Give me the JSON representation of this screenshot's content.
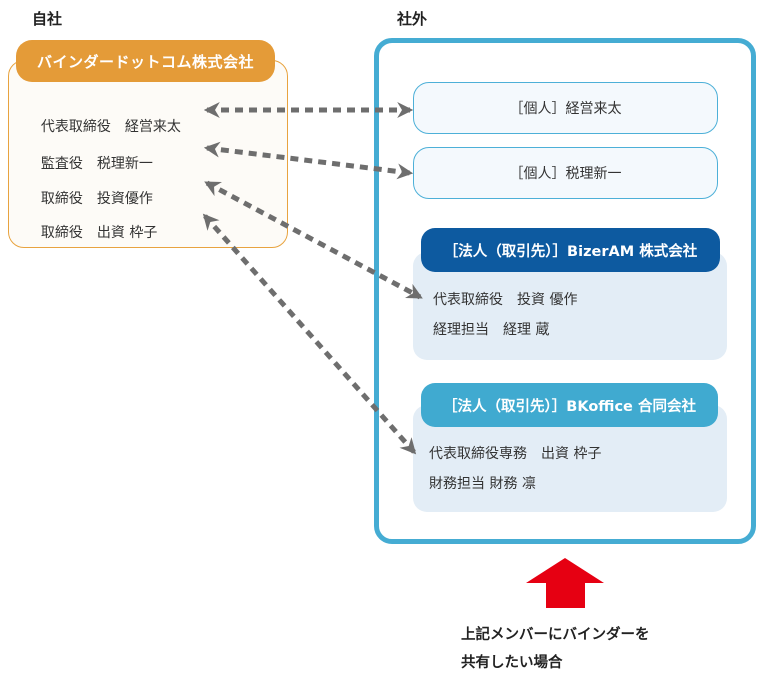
{
  "sections": {
    "own": "自社",
    "external": "社外"
  },
  "own_company": {
    "name": "バインダードットコム株式会社",
    "members": [
      {
        "role": "代表取締役",
        "name": "経営来太"
      },
      {
        "role": "監査役",
        "name": "税理新一"
      },
      {
        "role": "取締役",
        "name": "投資優作"
      },
      {
        "role": "取締役",
        "name": "出資 枠子"
      }
    ]
  },
  "external": {
    "individuals": [
      {
        "label": "［個人］経営来太"
      },
      {
        "label": "［個人］税理新一"
      }
    ],
    "corporations": [
      {
        "header": "［法人（取引先）］BizerAM 株式会社",
        "color": "#0d5aa0",
        "lines": [
          "代表取締役　投資 優作",
          "経理担当　経理 蔵"
        ]
      },
      {
        "header": "［法人（取引先）］BKoffice 合同会社",
        "color": "#40aad0",
        "lines": [
          "代表取締役専務　出資 枠子",
          "財務担当 財務 凛"
        ]
      }
    ]
  },
  "links": [
    {
      "from": "own_company.members.0",
      "to": "external.individuals.0"
    },
    {
      "from": "own_company.members.1",
      "to": "external.individuals.1"
    },
    {
      "from": "own_company.members.2",
      "to": "external.corporations.0.lines.0"
    },
    {
      "from": "own_company.members.3",
      "to": "external.corporations.1.lines.0"
    }
  ],
  "caption": {
    "line1": "上記メンバーにバインダーを",
    "line2": "共有したい場合",
    "arrow_color": "#e60012"
  }
}
